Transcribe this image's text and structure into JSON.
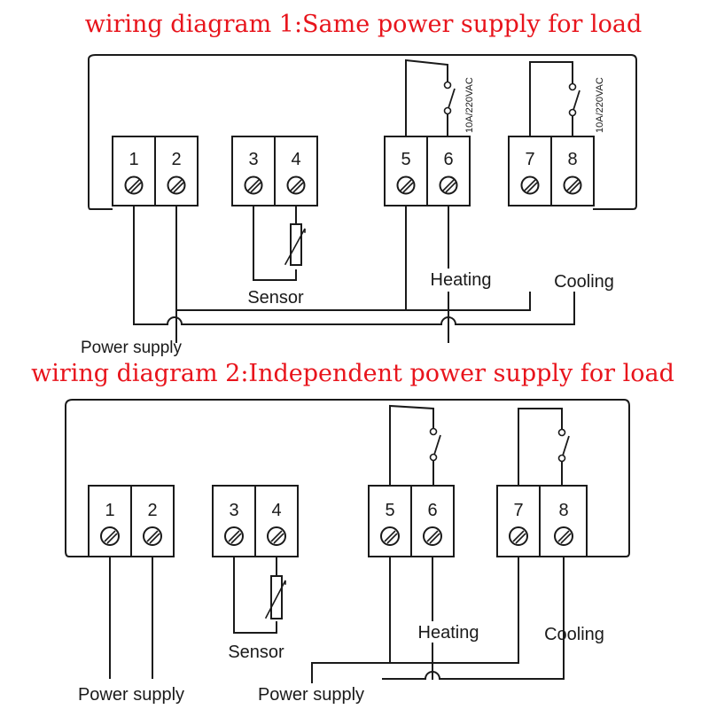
{
  "diagram1": {
    "title": "wiring diagram 1:Same power supply for load",
    "terminals": [
      "1",
      "2",
      "3",
      "4",
      "5",
      "6",
      "7",
      "8"
    ],
    "relay_rating_heating": "10A/220VAC",
    "relay_rating_cooling": "10A/220VAC",
    "sensor_label": "Sensor",
    "heating_label": "Heating",
    "cooling_label": "Cooling",
    "power_label": "Power supply"
  },
  "diagram2": {
    "title": "wiring diagram 2:Independent power supply for load",
    "terminals": [
      "1",
      "2",
      "3",
      "4",
      "5",
      "6",
      "7",
      "8"
    ],
    "sensor_label": "Sensor",
    "heating_label": "Heating",
    "cooling_label": "Cooling",
    "power_label_controller": "Power supply",
    "power_label_load": "Power supply"
  },
  "colors": {
    "title": "#e8141c",
    "ink": "#1a1a1a",
    "background": "#ffffff"
  }
}
